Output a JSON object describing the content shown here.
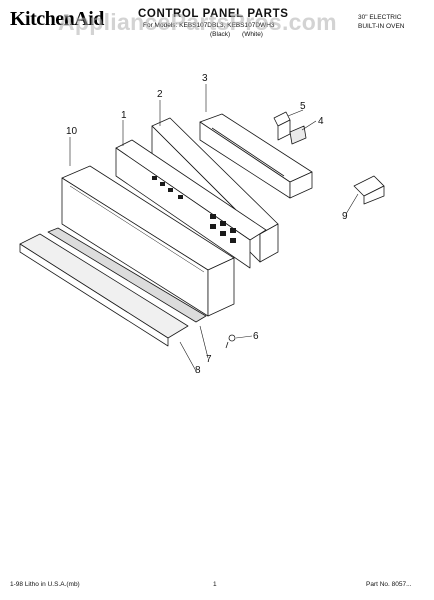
{
  "header": {
    "brand": "KitchenAid",
    "title": "CONTROL PANEL PARTS",
    "models": "For Models: KEBS107DBL3, KEBS107DWH3",
    "colors": "(Black)    (White)",
    "product": "30\" ELECTRIC\nBUILT-IN OVEN",
    "watermark": "AppliancePartsPros.com"
  },
  "callouts": [
    "1",
    "2",
    "3",
    "4",
    "5",
    "6",
    "7",
    "8",
    "9",
    "10"
  ],
  "footer": {
    "left": "1-98 Litho in U.S.A.(mb)",
    "center": "1",
    "right": "Part No. 8057..."
  },
  "colors": {
    "line": "#1a1a1a",
    "fill": "#ffffff",
    "shade": "#dcdcdc"
  }
}
